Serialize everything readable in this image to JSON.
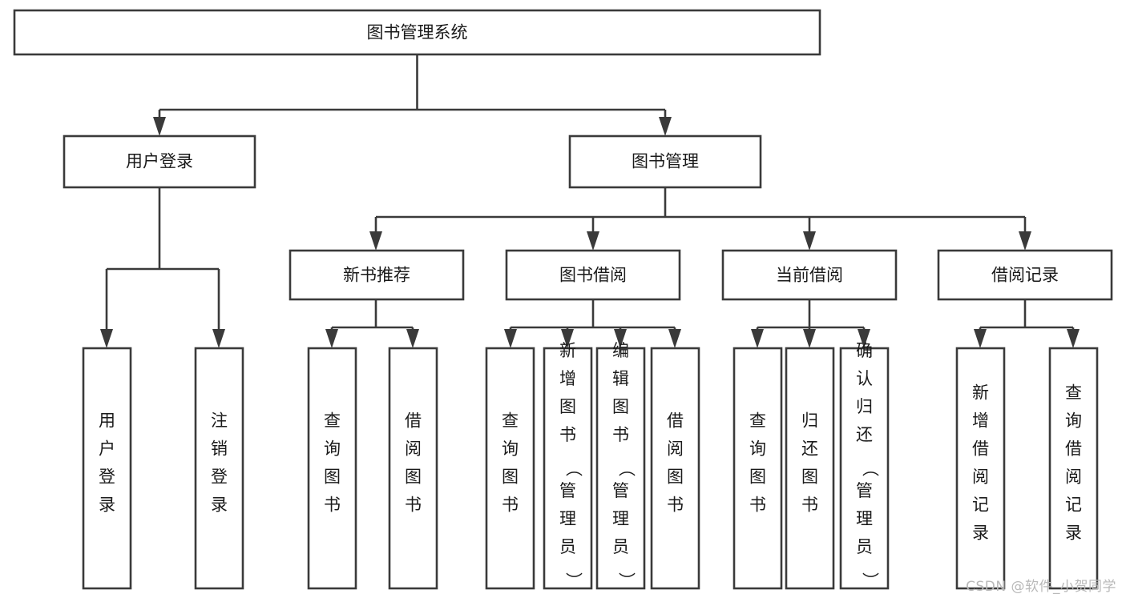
{
  "diagram": {
    "title": "图书管理系统",
    "type": "tree-hierarchy",
    "background_color": "#ffffff",
    "stroke_color": "#3a3a3a",
    "text_color": "#1a1a1a",
    "watermark": "CSDN @软件_小贺同学",
    "levels": {
      "root": "图书管理系统",
      "level2": [
        "用户登录",
        "图书管理"
      ],
      "level3": [
        "新书推荐",
        "图书借阅",
        "当前借阅",
        "借阅记录"
      ]
    },
    "nodes": {
      "root": {
        "label": "图书管理系统"
      },
      "user_login": {
        "label": "用户登录"
      },
      "book_manage": {
        "label": "图书管理"
      },
      "new_book_rec": {
        "label": "新书推荐"
      },
      "book_borrow": {
        "label": "图书借阅"
      },
      "current_borrow": {
        "label": "当前借阅"
      },
      "borrow_record": {
        "label": "借阅记录"
      }
    },
    "leaves": {
      "user_login": [
        {
          "label": "用户登录"
        },
        {
          "label": "注销登录"
        }
      ],
      "new_book_rec": [
        {
          "label": "查询图书"
        },
        {
          "label": "借阅图书"
        }
      ],
      "book_borrow": [
        {
          "label": "查询图书"
        },
        {
          "label": "新增图书（管理员）"
        },
        {
          "label": "编辑图书（管理员）"
        },
        {
          "label": "借阅图书"
        }
      ],
      "current_borrow": [
        {
          "label": "查询图书"
        },
        {
          "label": "归还图书"
        },
        {
          "label": "确认归还（管理员）"
        }
      ],
      "borrow_record": [
        {
          "label": "新增借阅记录"
        },
        {
          "label": "查询借阅记录"
        }
      ]
    }
  }
}
